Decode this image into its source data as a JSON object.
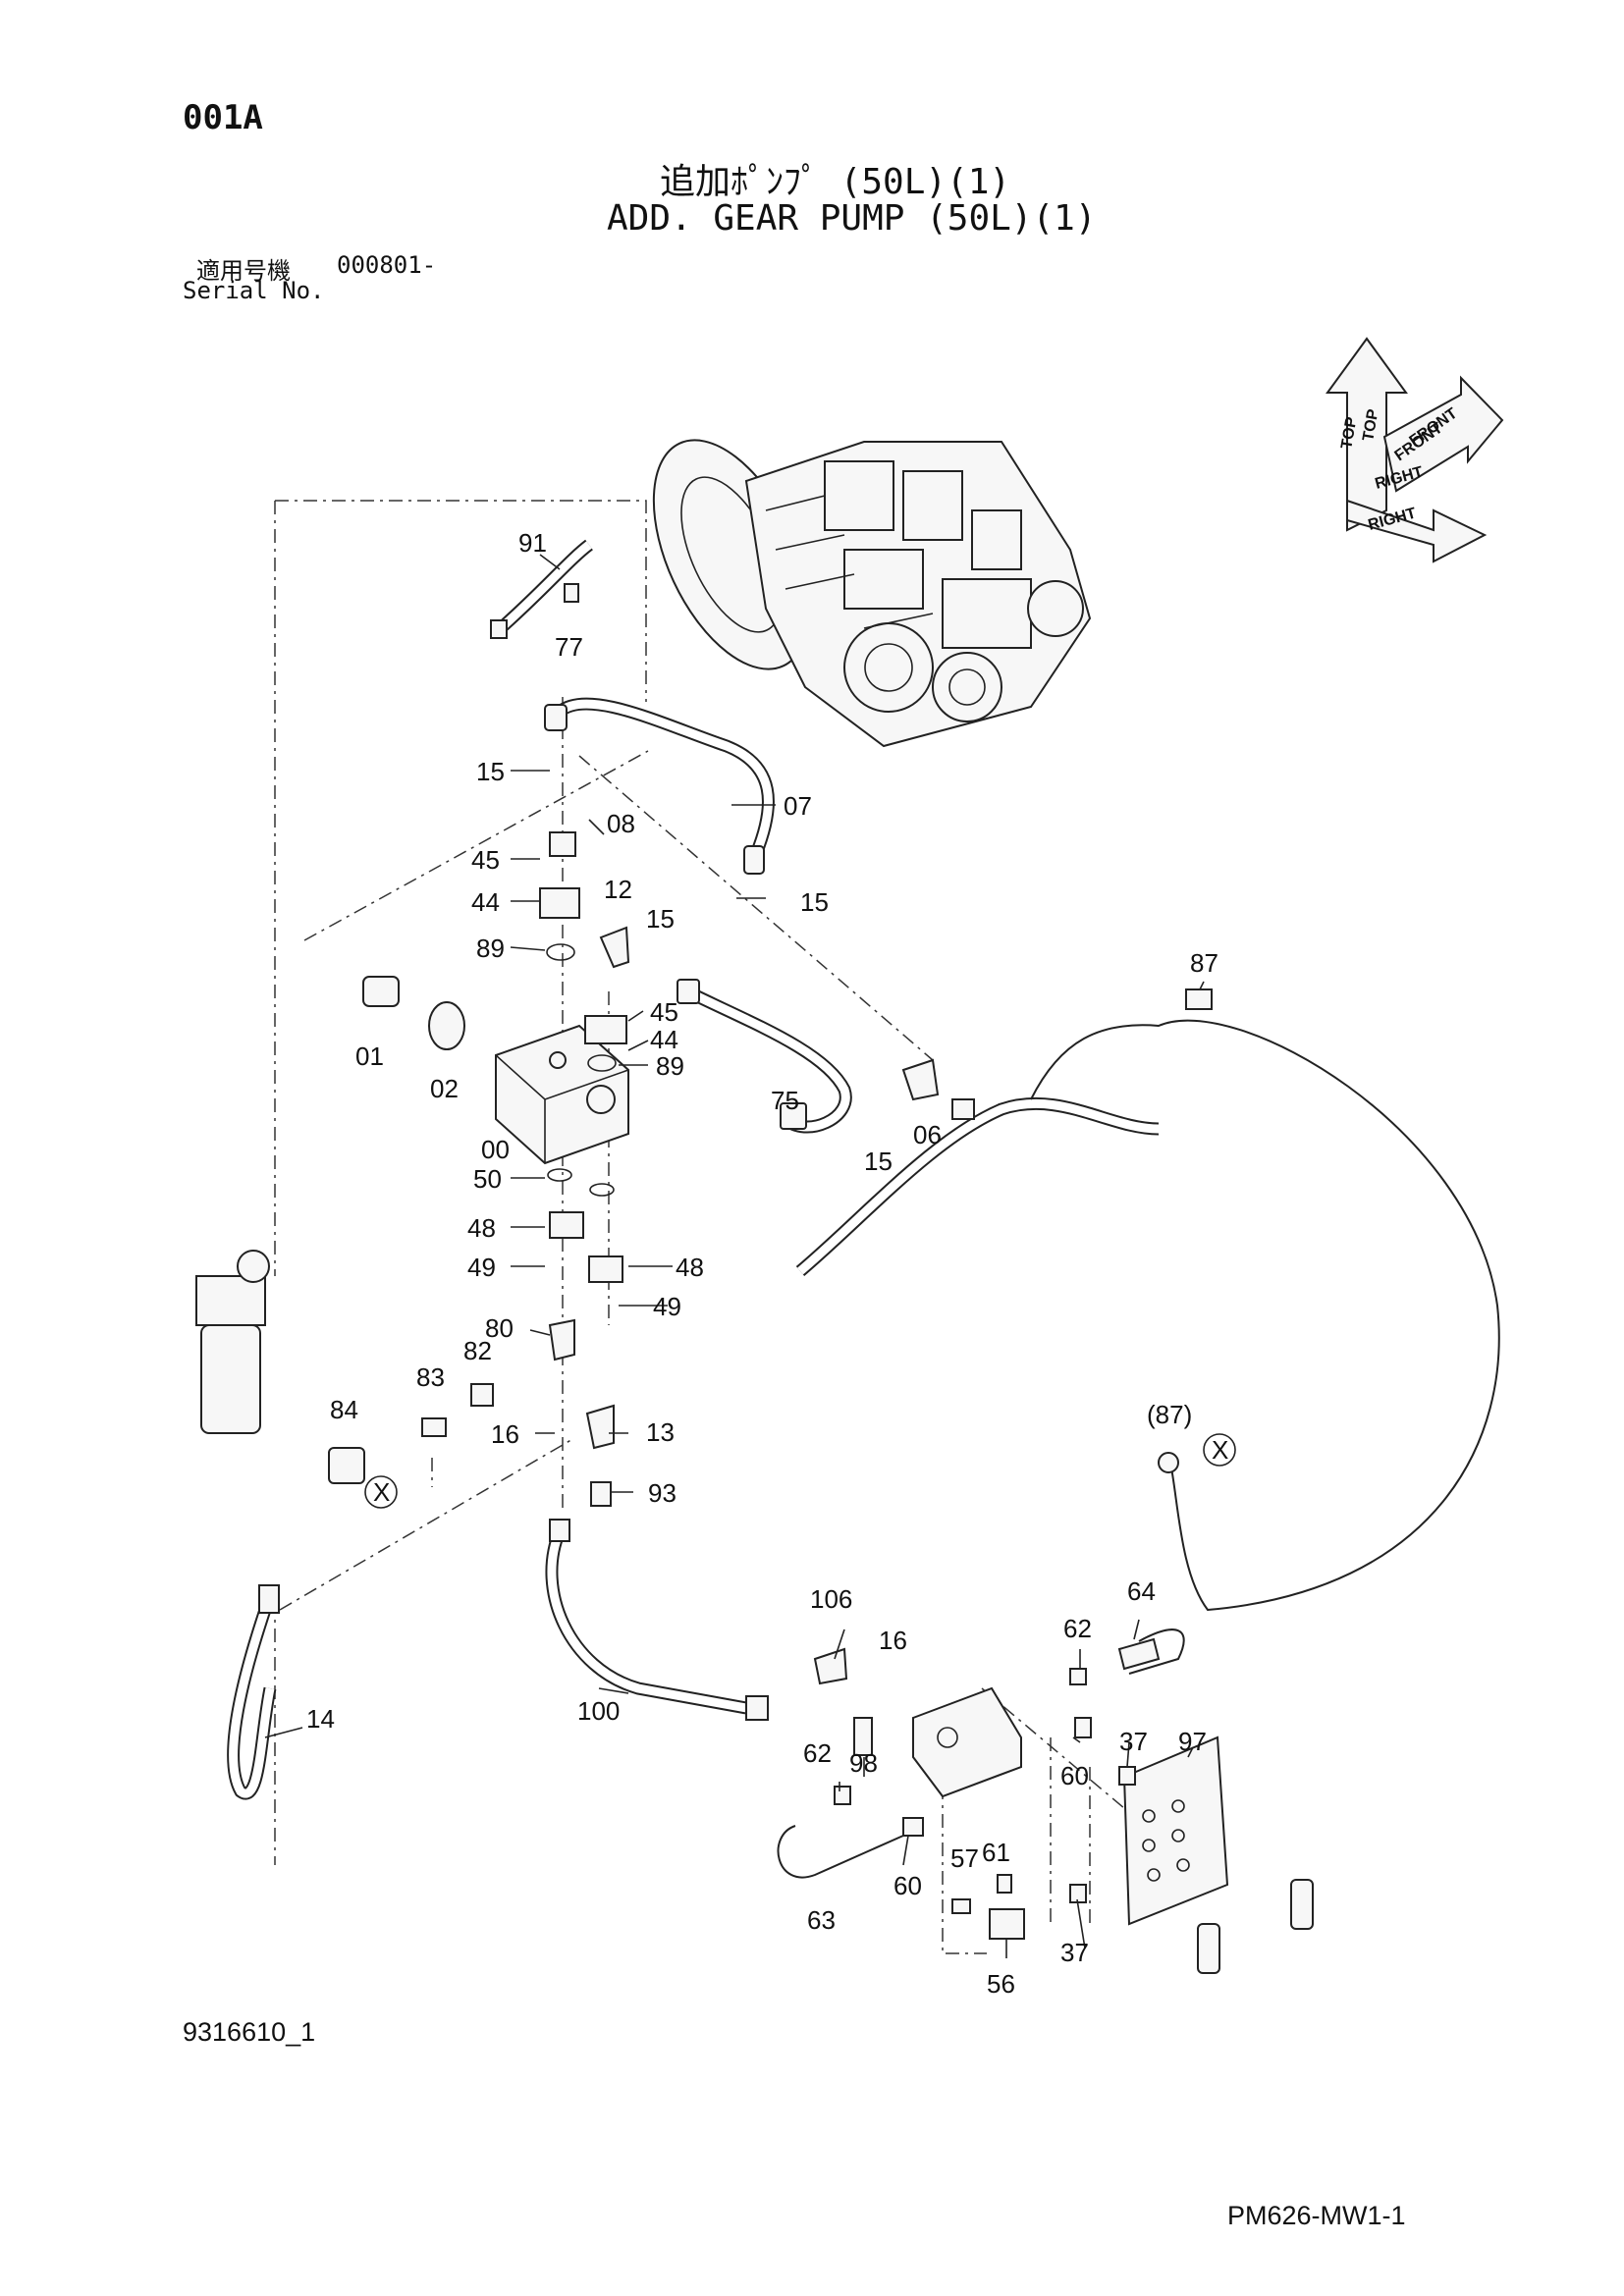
{
  "header": {
    "page_id": "001A",
    "title_jp": "追加ﾎﾟﾝﾌﾟ (50L)(1)",
    "title_en": "ADD. GEAR PUMP (50L)(1)",
    "serial_label_jp": "適用号機",
    "serial_value": "000801-",
    "serial_label_en": "Serial No."
  },
  "direction_indicator": {
    "top": "TOP",
    "front": "FRONT",
    "right": "RIGHT"
  },
  "callouts": {
    "c91": "91",
    "c77": "77",
    "c15a": "15",
    "c07": "07",
    "c08": "08",
    "c15b": "15",
    "c45a": "45",
    "c44a": "44",
    "c12": "12",
    "c15c": "15",
    "c89a": "89",
    "c87": "87",
    "c45b": "45",
    "c44b": "44",
    "c89b": "89",
    "c01": "01",
    "c02": "02",
    "c75": "75",
    "c06": "06",
    "c00": "00",
    "c15d": "15",
    "c50": "50",
    "c48a": "48",
    "c49a": "49",
    "c48b": "48",
    "c49b": "49",
    "c80": "80",
    "c82": "82",
    "c83": "83",
    "c84": "84",
    "c16a": "16",
    "c13": "13",
    "c87p": "(87)",
    "x1": "X",
    "x2": "X",
    "c93": "93",
    "c106": "106",
    "c64": "64",
    "c16b": "16",
    "c62a": "62",
    "c14": "14",
    "c100": "100",
    "c98": "98",
    "c62b": "62",
    "c60a": "60",
    "c37a": "37",
    "c97": "97",
    "c57": "57",
    "c61": "61",
    "c60b": "60",
    "c63": "63",
    "c37b": "37",
    "c56": "56"
  },
  "footer": {
    "drawing_no": "9316610_1",
    "page_code": "PM626-MW1-1"
  }
}
